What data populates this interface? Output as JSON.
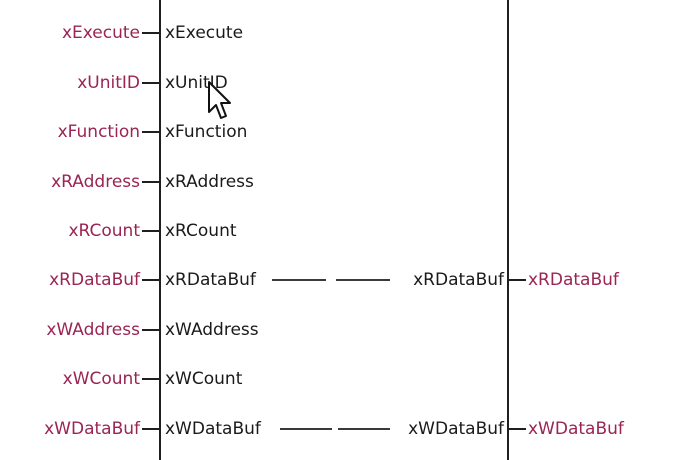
{
  "function_block": {
    "inputs": [
      {
        "variable": "xExecute",
        "pin": "xExecute"
      },
      {
        "variable": "xUnitID",
        "pin": "xUnitID"
      },
      {
        "variable": "xFunction",
        "pin": "xFunction"
      },
      {
        "variable": "xRAddress",
        "pin": "xRAddress"
      },
      {
        "variable": "xRCount",
        "pin": "xRCount"
      },
      {
        "variable": "xRDataBuf",
        "pin": "xRDataBuf"
      },
      {
        "variable": "xWAddress",
        "pin": "xWAddress"
      },
      {
        "variable": "xWCount",
        "pin": "xWCount"
      },
      {
        "variable": "xWDataBuf",
        "pin": "xWDataBuf"
      }
    ],
    "outputs": [
      {
        "pin": "xRDataBuf",
        "variable": "xRDataBuf"
      },
      {
        "pin": "xWDataBuf",
        "variable": "xWDataBuf"
      }
    ]
  },
  "colors": {
    "variable_text": "#9a2452",
    "pin_text": "#1a1a1a",
    "wire": "#1f1f1f"
  },
  "cursor_icon": "arrow-pointer-icon"
}
